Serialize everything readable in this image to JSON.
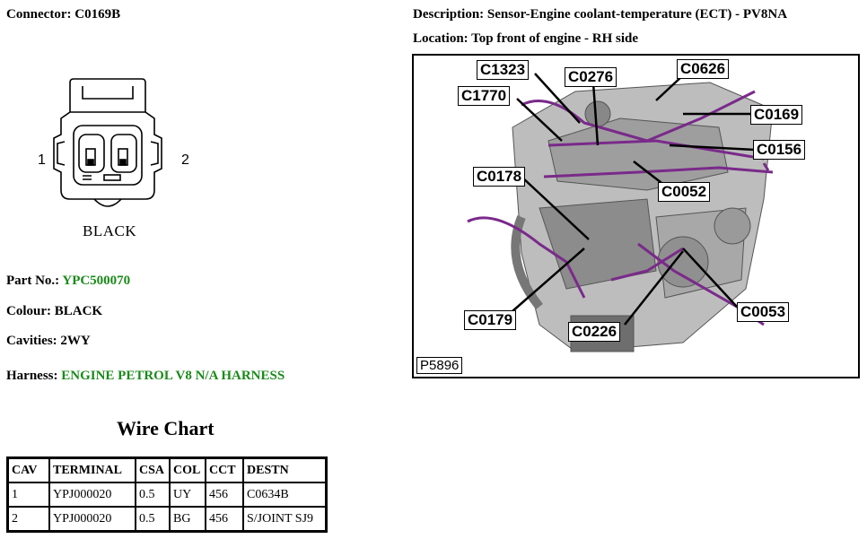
{
  "connector": {
    "label": "Connector:",
    "value": "C0169B"
  },
  "description": {
    "label": "Description:",
    "value": "Sensor-Engine coolant-temperature (ECT) - PV8NA"
  },
  "location": {
    "label": "Location:",
    "value": "Top front of engine - RH side"
  },
  "diagram": {
    "pin_left": "1",
    "pin_right": "2",
    "color_label": "BLACK"
  },
  "part_no": {
    "label": "Part No.:",
    "value": "YPC500070"
  },
  "colour": {
    "label": "Colour:",
    "value": "BLACK"
  },
  "cavities": {
    "label": "Cavities:",
    "value": "2WY"
  },
  "harness": {
    "label": "Harness:",
    "value": "ENGINE PETROL V8 N/A HARNESS"
  },
  "wire_chart": {
    "title": "Wire Chart",
    "headers": [
      "CAV",
      "TERMINAL",
      "CSA",
      "COL",
      "CCT",
      "DESTN"
    ],
    "rows": [
      [
        "1",
        "YPJ000020",
        "0.5",
        "UY",
        "456",
        "C0634B"
      ],
      [
        "2",
        "YPJ000020",
        "0.5",
        "BG",
        "456",
        "S/JOINT SJ9"
      ]
    ]
  },
  "engine_image": {
    "ref": "P5896",
    "callouts": [
      "C1323",
      "C0276",
      "C0626",
      "C1770",
      "C0169",
      "C0156",
      "C0178",
      "C0052",
      "C0179",
      "C0226",
      "C0053"
    ]
  },
  "colors": {
    "green_text": "#1a8a1a",
    "harness_purple": "#7a2a8a"
  }
}
